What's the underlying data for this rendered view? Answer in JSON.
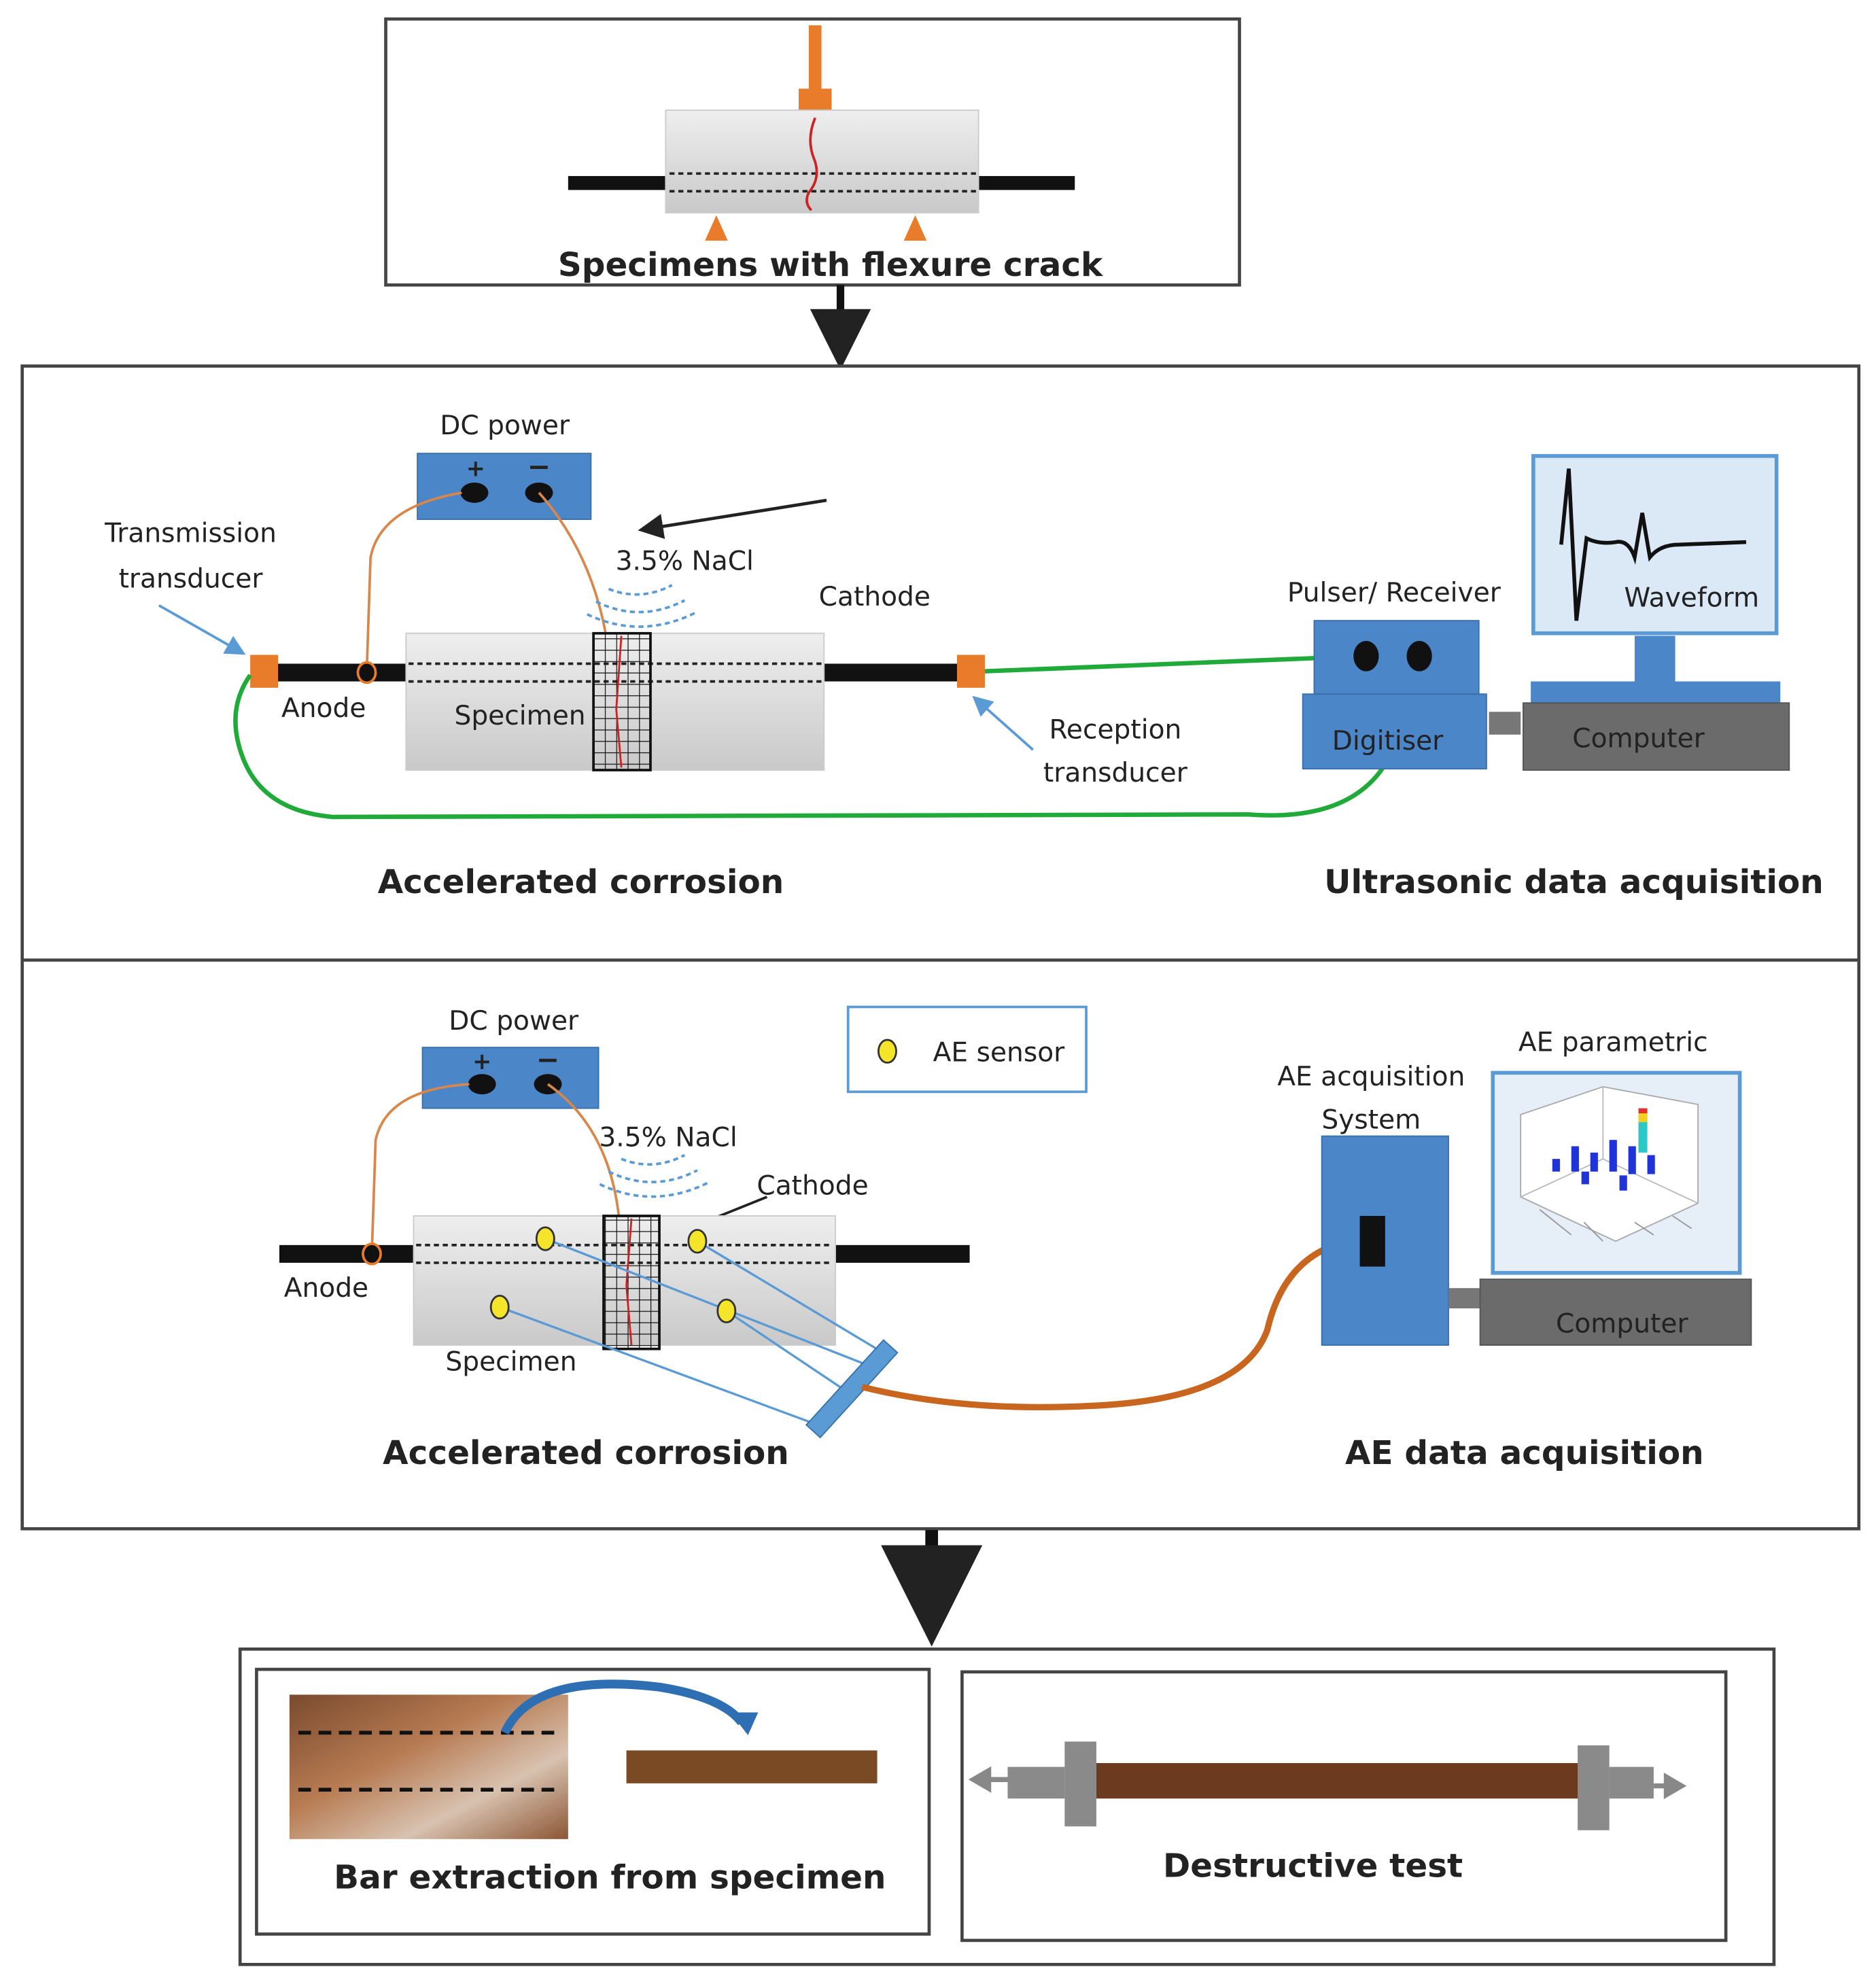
{
  "top": {
    "label": "Specimens with flexure crack"
  },
  "ultrasonic_panel": {
    "dc_power": "DC power",
    "plus": "+",
    "minus": "−",
    "nacl": "3.5% NaCl",
    "transmission_1": "Transmission",
    "transmission_2": "transducer",
    "anode": "Anode",
    "specimen": "Specimen",
    "cathode": "Cathode",
    "reception_1": "Reception",
    "reception_2": "transducer",
    "pulser": "Pulser/ Receiver",
    "digitiser": "Digitiser",
    "waveform": "Waveform",
    "computer": "Computer",
    "left_caption": "Accelerated corrosion",
    "right_caption": "Ultrasonic data acquisition"
  },
  "ae_panel": {
    "dc_power": "DC power",
    "plus": "+",
    "minus": "−",
    "legend": "AE sensor",
    "nacl": "3.5% NaCl",
    "cathode": "Cathode",
    "anode": "Anode",
    "specimen": "Specimen",
    "acq_1": "AE acquisition",
    "acq_2": "System",
    "parametric": "AE parametric",
    "computer": "Computer",
    "left_caption": "Accelerated corrosion",
    "right_caption": "AE data acquisition"
  },
  "bottom": {
    "left_caption": "Bar extraction from specimen",
    "right_caption": "Destructive test"
  },
  "colors": {
    "blue": "#4a86c8",
    "orange": "#e87c2b",
    "green": "#1faa3a",
    "rust": "#8a4a25",
    "computer": "#6b6b6b"
  }
}
